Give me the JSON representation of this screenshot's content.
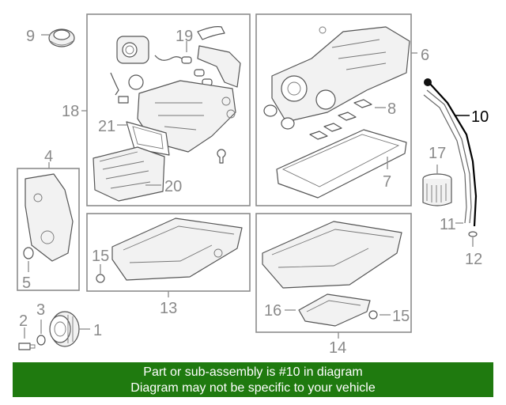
{
  "callouts": {
    "n1": "1",
    "n2": "2",
    "n3": "3",
    "n4": "4",
    "n5": "5",
    "n6": "6",
    "n7": "7",
    "n8": "8",
    "n9": "9",
    "n10": "10",
    "n11": "11",
    "n12": "12",
    "n13": "13",
    "n14": "14",
    "n15a": "15",
    "n15b": "15",
    "n16": "16",
    "n17": "17",
    "n18": "18",
    "n19": "19",
    "n20": "20",
    "n21": "21"
  },
  "highlighted_part": "10",
  "footer": {
    "line1": "Part or sub-assembly is #10 in diagram",
    "line2": "Diagram may not be specific to your vehicle",
    "background_color": "#1f7a0f",
    "text_color": "#ffffff"
  }
}
